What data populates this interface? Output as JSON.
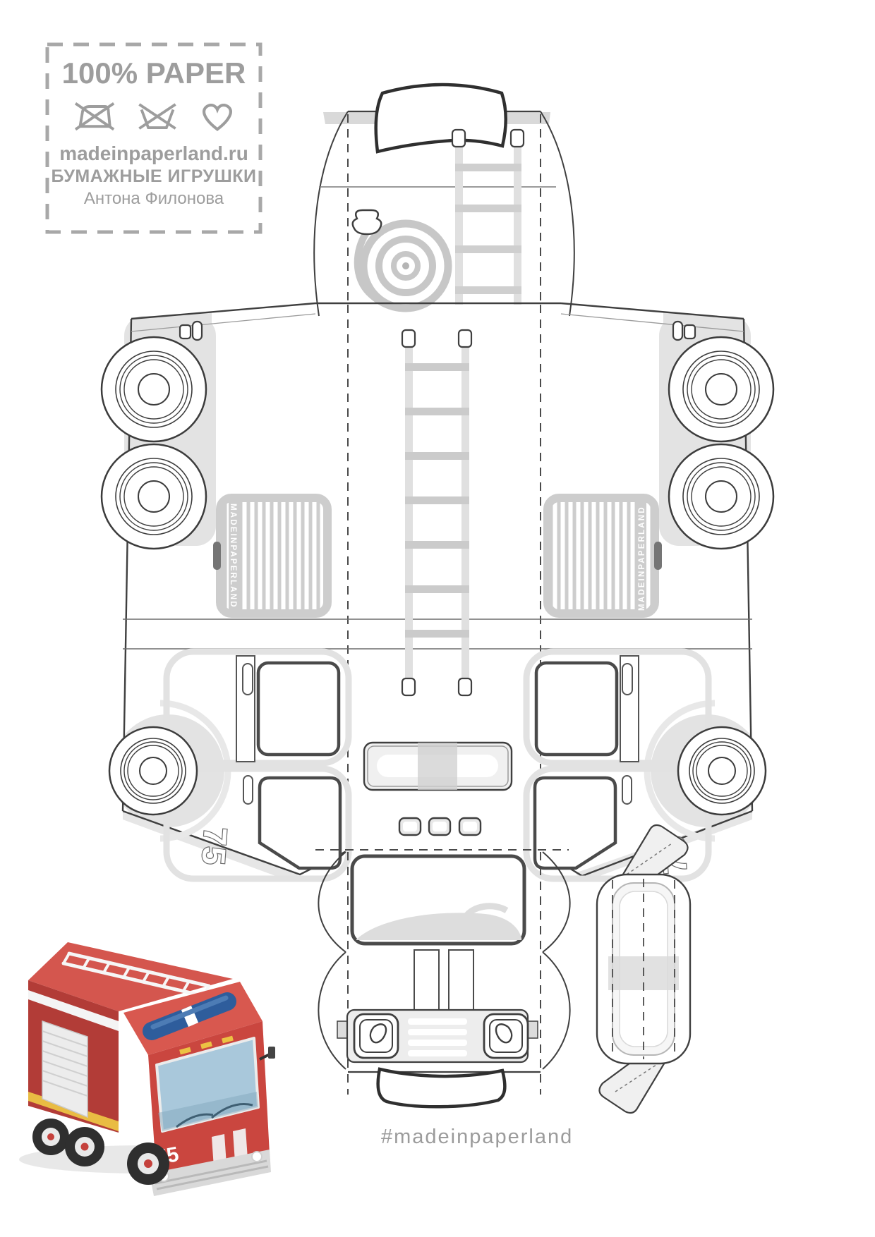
{
  "page": {
    "background_color": "#ffffff"
  },
  "brand_box": {
    "title": "100% PAPER",
    "icons": [
      {
        "name": "do-not-iron-icon"
      },
      {
        "name": "do-not-wash-icon"
      },
      {
        "name": "heart-icon"
      }
    ],
    "website": "madeinpaperland.ru",
    "tagline": "БУМАЖНЫЕ ИГРУШКИ",
    "author": "Антона Филонова"
  },
  "template": {
    "vertical_brand_text": "MADEINPAPERLAND",
    "unit_number": "75",
    "colors": {
      "outline": "#3f3f3f",
      "fold_dash": "#4a4a4a",
      "light_frame": "#e2e2e2",
      "shading": "#e3e3e3",
      "grille_fill": "#cdcdcd",
      "ladder_fill": "#dfdfdf",
      "tab_dark": "#757575"
    }
  },
  "preview": {
    "unit_number": "75",
    "colors": {
      "body_red": "#ca463f",
      "dark_red": "#b23c37",
      "roof_red": "#d4564e",
      "lightbar_blue": "#2e5d9c",
      "window_blue": "#a9c8db",
      "stripe_yellow": "#e9bc43"
    }
  },
  "footer": {
    "hashtag": "#madeinpaperland"
  }
}
